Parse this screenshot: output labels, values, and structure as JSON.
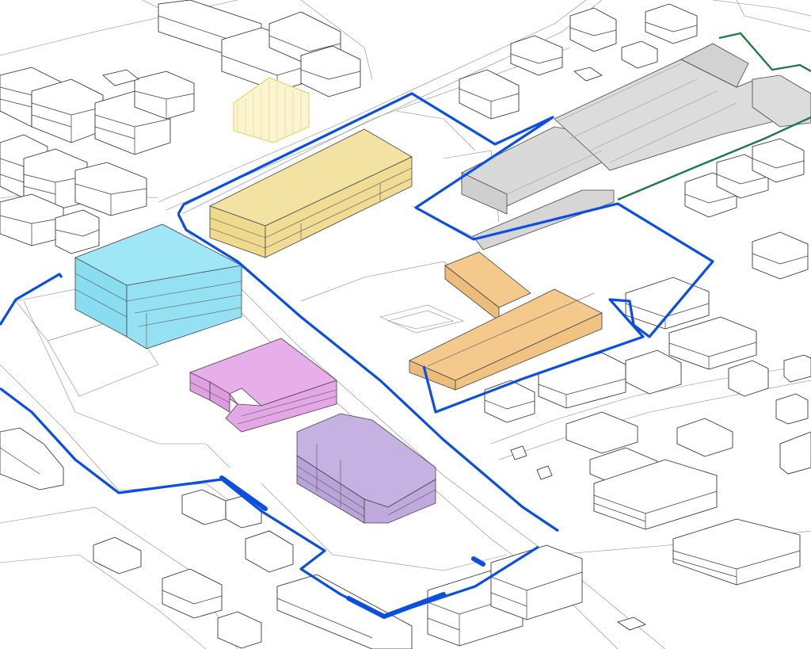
{
  "colors": {
    "boundary_primary": "#0b4fe0",
    "boundary_secondary": "#1f7a45",
    "building_yellow": "#f3e3a2",
    "building_cyan": "#9fe6f7",
    "building_pink": "#e8aeea",
    "building_purple": "#c6b2e2",
    "building_orange": "#f5c98c",
    "building_grey": "#d9d9d9",
    "building_outline_yellow": "#e6cf5a",
    "context_line": "#3a3a3a"
  },
  "elements": {
    "boundary_primary": "site-boundary-blue",
    "boundary_secondary": "site-boundary-green",
    "highlighted_buildings": [
      "yellow",
      "cyan",
      "pink",
      "purple",
      "orange",
      "grey"
    ]
  }
}
